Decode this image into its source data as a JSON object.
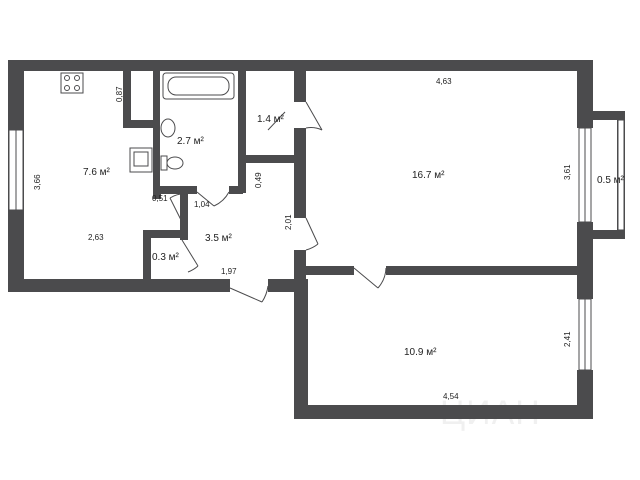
{
  "rooms": {
    "kitchen": "7.6 м²",
    "bathroom": "2.7 м²",
    "toilet": "1.4 м²",
    "hall": "3.5 м²",
    "closet": "0.3 м²",
    "living_room": "16.7 м²",
    "bedroom": "10.9 м²",
    "balcony": "0.5 м²"
  },
  "dimensions": {
    "d_087": "0,87",
    "d_366": "3,66",
    "d_263": "2,63",
    "d_051": "0,51",
    "d_104": "1,04",
    "d_049": "0,49",
    "d_201": "2,01",
    "d_197": "1,97",
    "d_463": "4,63",
    "d_361": "3,61",
    "d_241": "2,41",
    "d_454": "4,54"
  },
  "watermark": "ЦИАН",
  "colors": {
    "wall": "#4b4b4d",
    "background": "#ffffff"
  }
}
